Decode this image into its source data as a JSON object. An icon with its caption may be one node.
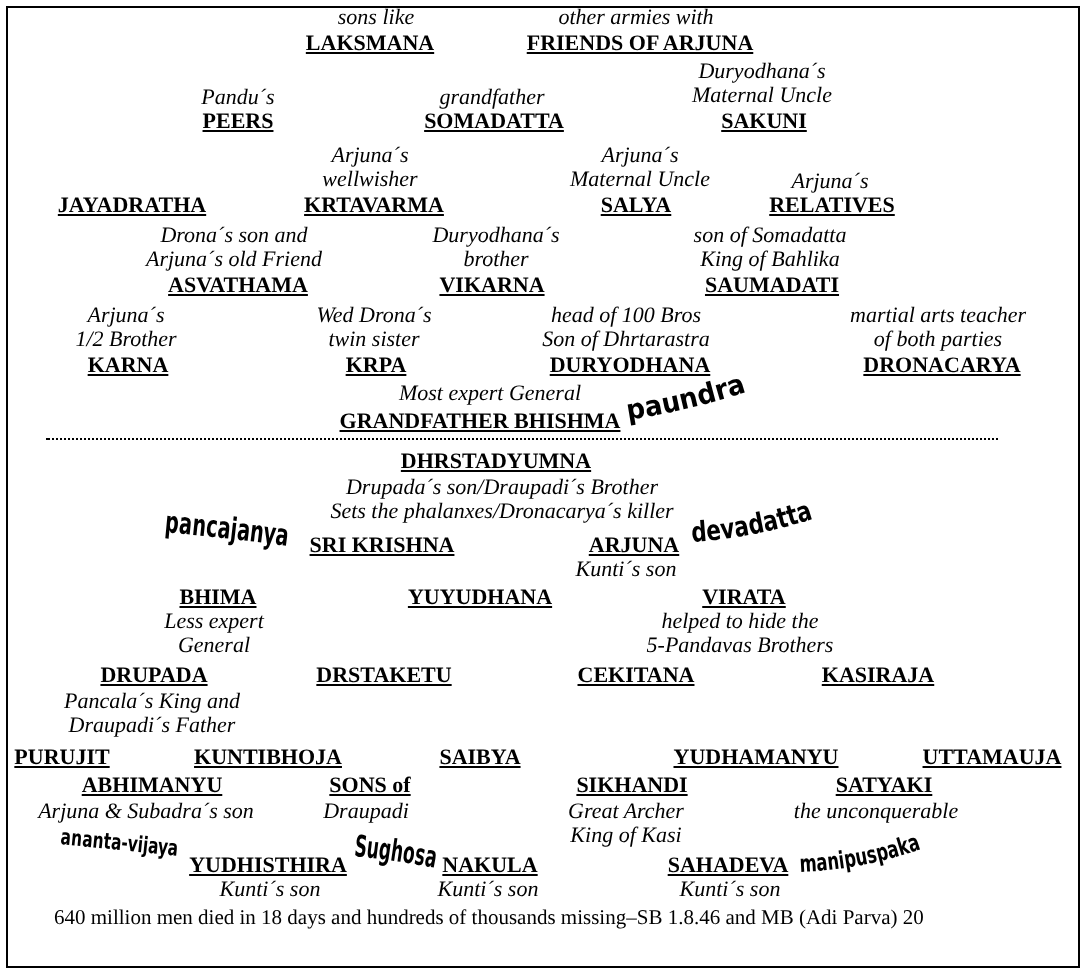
{
  "diagram": {
    "labels": [
      "sons like",
      "other armies with",
      "LAKSMANA",
      "FRIENDS OF ARJUNA",
      "Duryodhana´s Maternal Uncle",
      "Pandu´s",
      "grandfather",
      "PEERS",
      "SOMADATTA",
      "SAKUNI",
      "Arjuna´s wellwisher",
      "Arjuna´s Maternal Uncle",
      "Arjuna´s",
      "JAYADRATHA",
      "KRTAVARMA",
      "SALYA",
      "RELATIVES",
      "Drona´s son and Arjuna´s old Friend",
      "Duryodhana´s brother",
      "son of Somadatta King of Bahlika",
      "ASVATHAMA",
      "VIKARNA",
      "SAUMADATI",
      "Arjuna´s 1/2 Brother",
      "Wed Drona´s twin sister",
      "head of 100 Bros Son of Dhrtarastra",
      "martial arts teacher of both parties",
      "KARNA",
      "KRPA",
      "DURYODHANA",
      "DRONACARYA",
      "Most expert General",
      "paundra",
      "GRANDFATHER BHISHMA",
      "DHRSTADYUMNA",
      "Drupada´s son/Draupadi´s Brother Sets the phalanxes/Dronacarya´s killer",
      "pancajanya",
      "devadatta",
      "SRI KRISHNA",
      "ARJUNA",
      "Kunti´s son",
      "BHIMA",
      "YUYUDHANA",
      "VIRATA",
      "Less expert General",
      "helped to hide the 5-Pandavas Brothers",
      "DRUPADA",
      "DRSTAKETU",
      "CEKITANA",
      "KASIRAJA",
      "Pancala´s King and Draupadi´s Father",
      "PURUJIT",
      "KUNTIBHOJA",
      "SAIBYA",
      "YUDHAMANYU",
      "UTTAMAUJA",
      "ABHIMANYU",
      "SONS of",
      "SIKHANDI",
      "SATYAKI",
      "Arjuna & Subadra´s son",
      "Draupadi",
      "Great Archer King of Kasi",
      "the unconquerable",
      "ananta-vijaya",
      "Sughosa",
      "manipuspaka",
      "YUDHISTHIRA",
      "NAKULA",
      "SAHADEVA",
      "Kunti´s son",
      "Kunti´s son",
      "Kunti´s son"
    ],
    "caption": "640 million men died in 18 days and hundreds of thousands missing–SB 1.8.46 and MB (Adi Parva) 20"
  }
}
